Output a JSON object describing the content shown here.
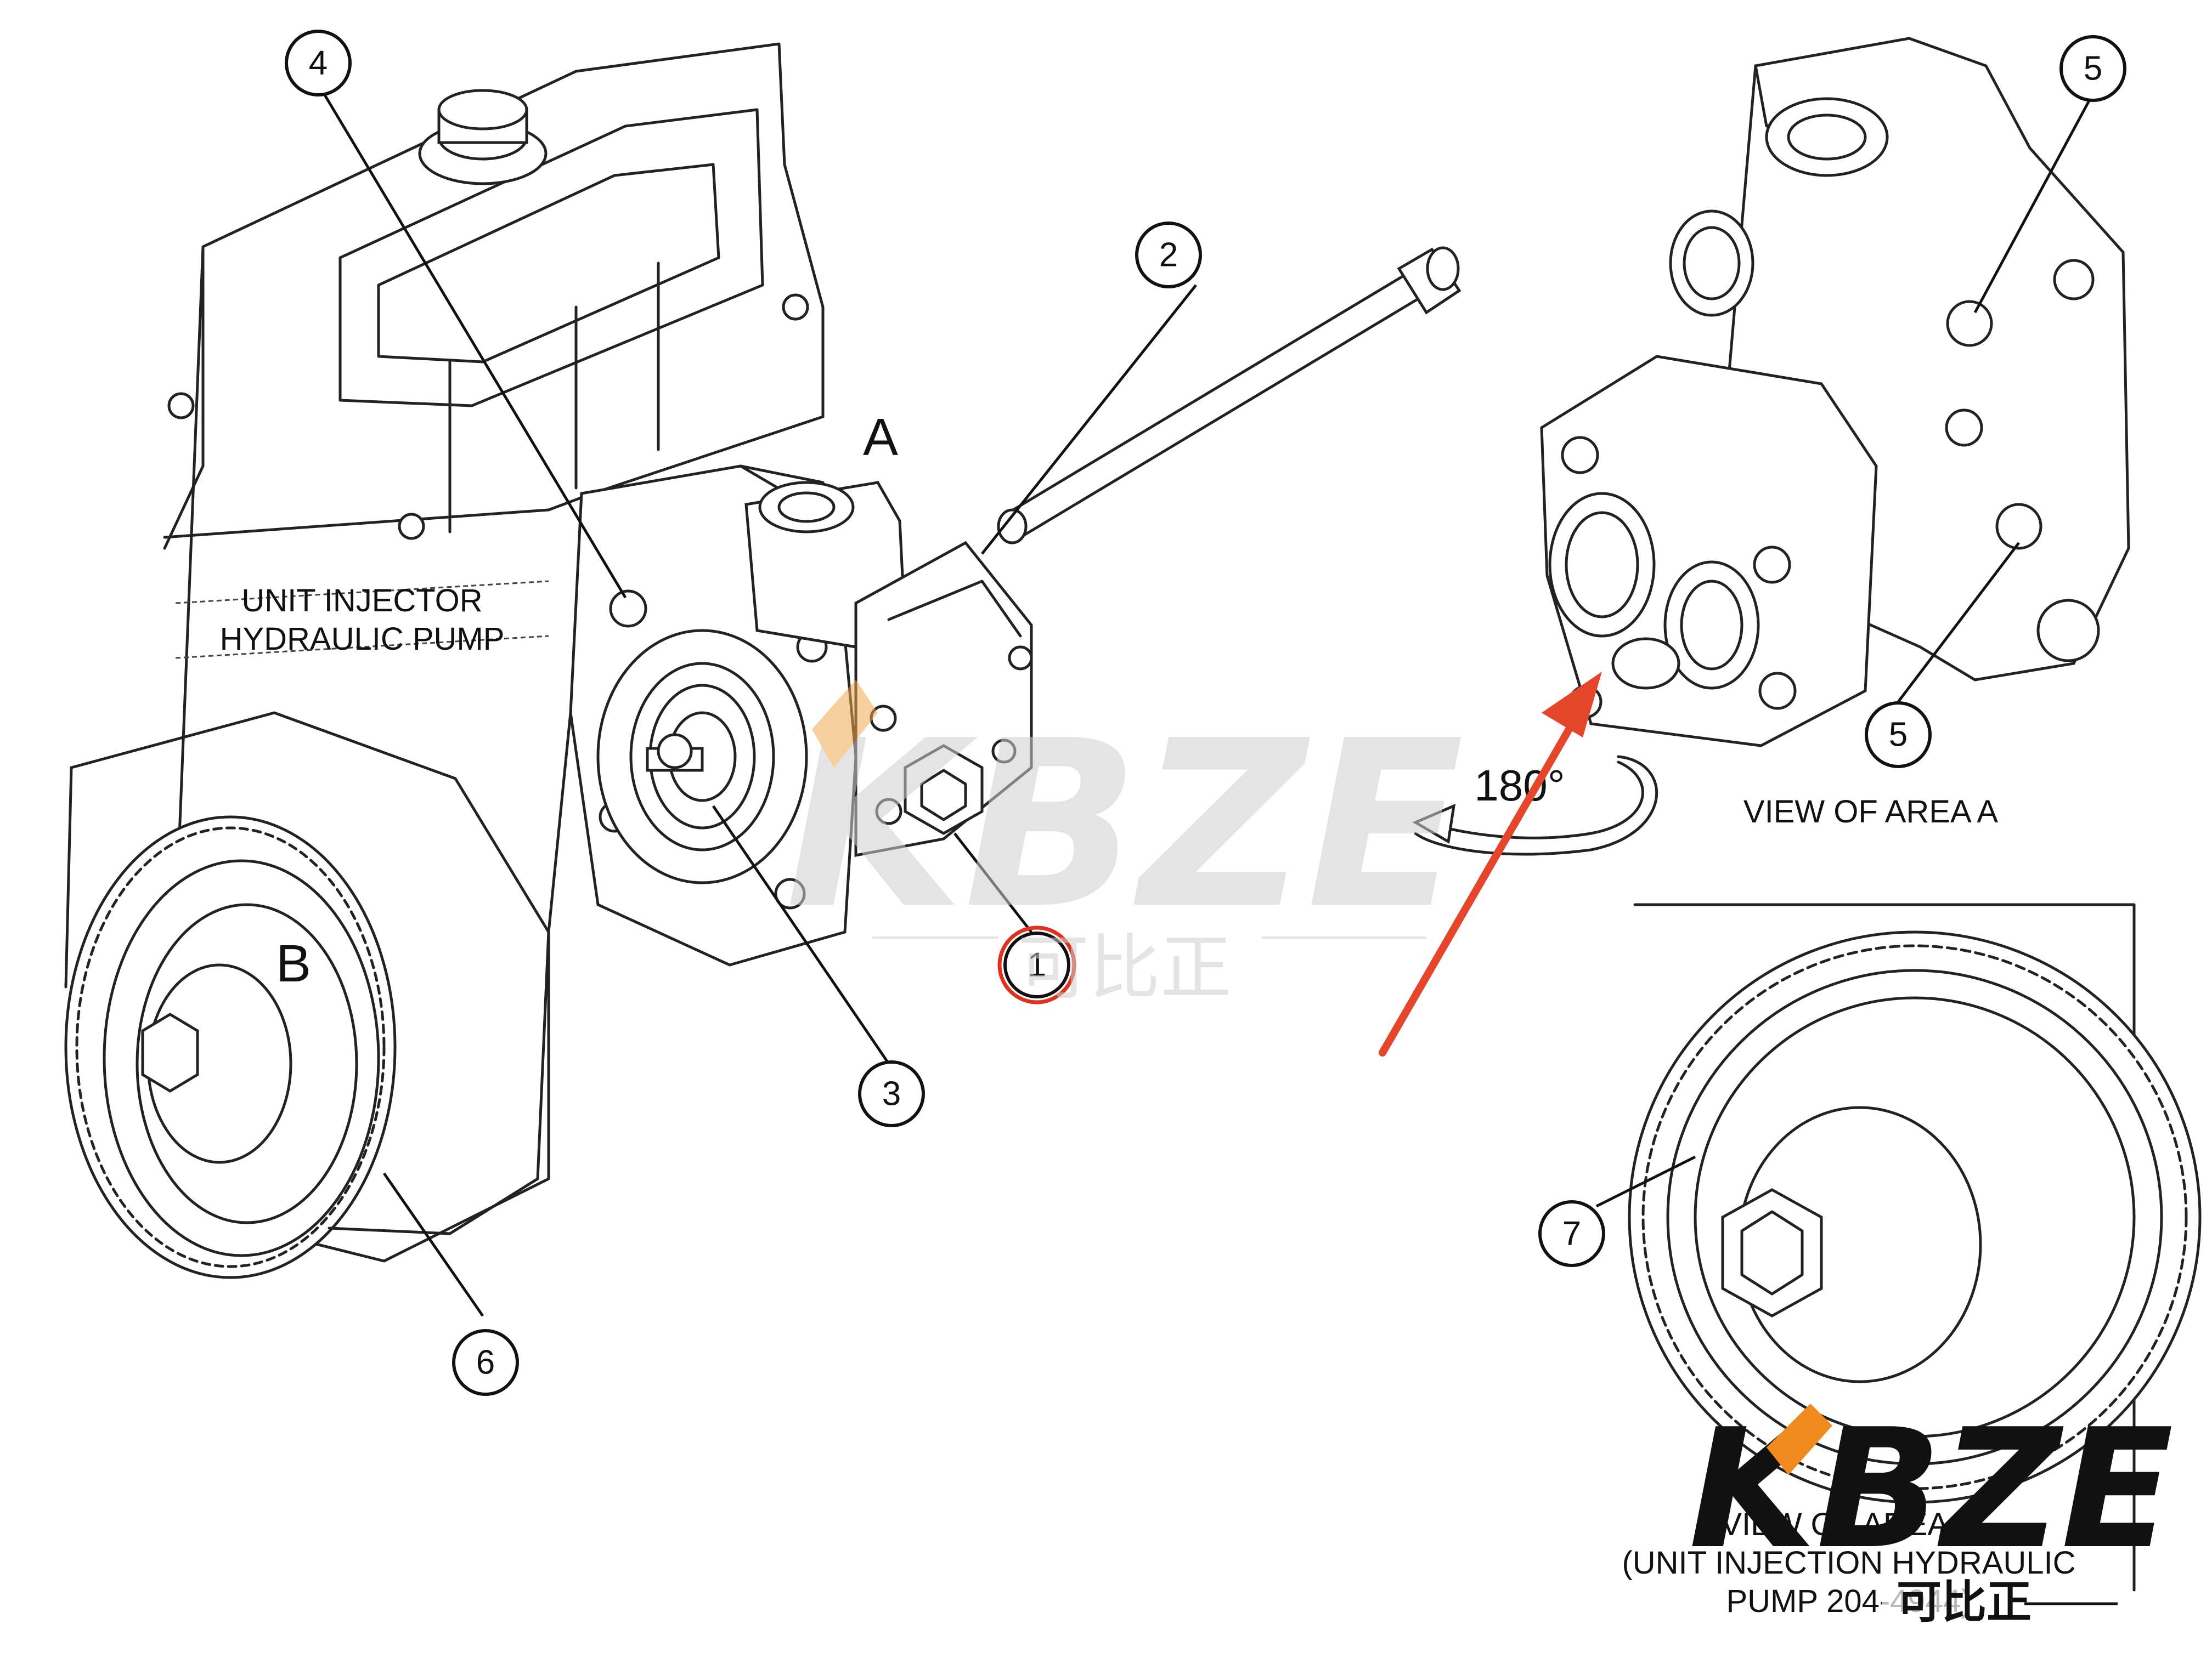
{
  "callouts": [
    {
      "id": "1",
      "label": "1",
      "highlighted": true
    },
    {
      "id": "2",
      "label": "2"
    },
    {
      "id": "3",
      "label": "3"
    },
    {
      "id": "4",
      "label": "4"
    },
    {
      "id": "5a",
      "label": "5"
    },
    {
      "id": "5b",
      "label": "5"
    },
    {
      "id": "6",
      "label": "6"
    },
    {
      "id": "7",
      "label": "7"
    }
  ],
  "labels": {
    "area_a_marker": "A",
    "area_b_marker": "B",
    "pump_name_line1": "UNIT INJECTOR",
    "pump_name_line2": "HYDRAULIC PUMP",
    "rotation": "180°",
    "view_a": "VIEW OF AREA  A",
    "view_b_line1": "VIEW OF AREA B",
    "view_b_line2": "(UNIT INJECTION HYDRAULIC",
    "view_b_line3": "PUMP 204-4944)"
  },
  "watermark": {
    "brand": "KBZE",
    "brand_cn": "可比正"
  },
  "colors": {
    "arrow": "#e5452b",
    "highlight_circle": "#e0301e",
    "watermark_gray": "#cfcfcf",
    "watermark_orange": "#f0a850",
    "logo_black": "#111111",
    "logo_orange": "#f08a1c"
  }
}
